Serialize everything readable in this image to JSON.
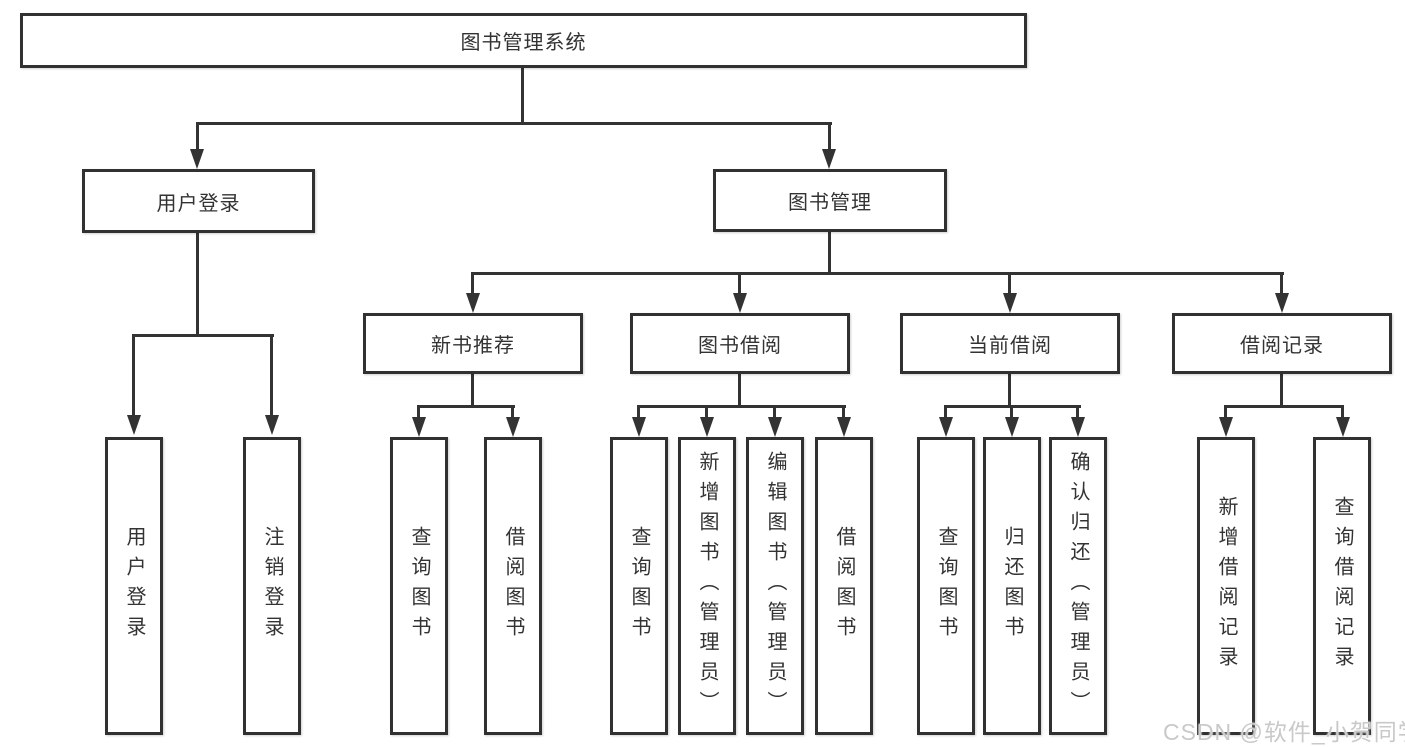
{
  "nodes": {
    "root": "图书管理系统",
    "user_login": "用户登录",
    "book_management": "图书管理",
    "new_book_recommendation": "新书推荐",
    "book_borrowing": "图书借阅",
    "current_borrowing": "当前借阅",
    "borrowing_records": "借阅记录"
  },
  "leaves": [
    "用户登录",
    "注销登录",
    "查询图书",
    "借阅图书",
    "查询图书",
    "新增图书（管理员）",
    "编辑图书（管理员）",
    "借阅图书",
    "查询图书",
    "归还图书",
    "确认归还（管理员）",
    "新增借阅记录",
    "查询借阅记录"
  ],
  "watermark": "CSDN @软件_小贺同学",
  "colors": {
    "line": "#333333",
    "text": "#333333",
    "watermark": "#c9c9c9",
    "background": "#ffffff"
  }
}
